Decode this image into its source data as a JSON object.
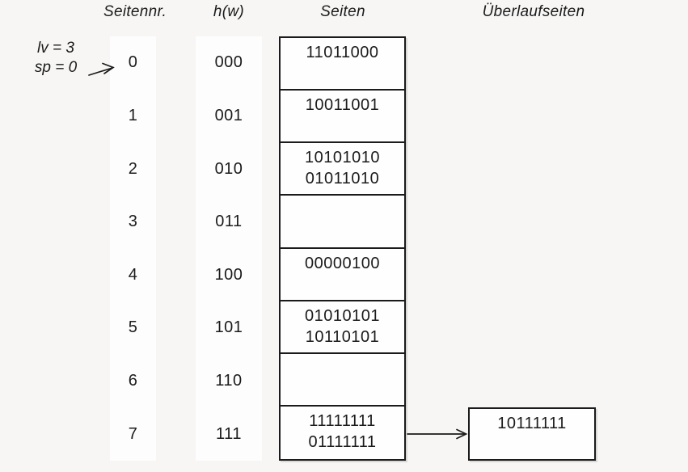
{
  "colors": {
    "background": "#f7f6f5",
    "strip": "#fdfdfd",
    "box_background": "#fefefe",
    "line": "#1b1b1b"
  },
  "headers": {
    "page_number": "Seitennr.",
    "hash": "h(w)",
    "pages": "Seiten",
    "overflow": "Überlaufseiten"
  },
  "annotation": {
    "level": "lv = 3",
    "split_pointer": "sp = 0"
  },
  "rows": [
    {
      "page_no": "0",
      "hash": "000",
      "values": [
        "11011000"
      ]
    },
    {
      "page_no": "1",
      "hash": "001",
      "values": [
        "10011001"
      ]
    },
    {
      "page_no": "2",
      "hash": "010",
      "values": [
        "10101010",
        "01011010"
      ]
    },
    {
      "page_no": "3",
      "hash": "011",
      "values": []
    },
    {
      "page_no": "4",
      "hash": "100",
      "values": [
        "00000100"
      ]
    },
    {
      "page_no": "5",
      "hash": "101",
      "values": [
        "01010101",
        "10110101"
      ]
    },
    {
      "page_no": "6",
      "hash": "110",
      "values": []
    },
    {
      "page_no": "7",
      "hash": "111",
      "values": [
        "11111111",
        "01111111"
      ]
    }
  ],
  "overflow": {
    "linked_page_no": "7",
    "values": [
      "10111111"
    ]
  }
}
